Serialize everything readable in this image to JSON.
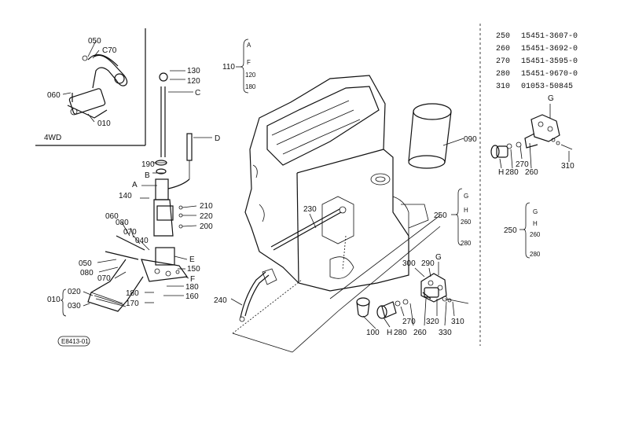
{
  "inset": {
    "tag": "4WD",
    "parts": [
      "050",
      "C70",
      "060",
      "010"
    ]
  },
  "parts_table": [
    {
      "ref": "250",
      "part_no": "15451-3607-0"
    },
    {
      "ref": "260",
      "part_no": "15451-3692-0"
    },
    {
      "ref": "270",
      "part_no": "15451-3595-0"
    },
    {
      "ref": "280",
      "part_no": "15451-9670-0"
    },
    {
      "ref": "310",
      "part_no": "01053-50845"
    }
  ],
  "callouts": {
    "c110": "110",
    "c110_brace": [
      "A",
      "F",
      "120",
      "180"
    ],
    "c130": "130",
    "c120": "120",
    "cC": "C",
    "cD": "D",
    "c190": "190",
    "cB": "B",
    "cA": "A",
    "c140": "140",
    "c210": "210",
    "c220": "220",
    "c200": "200",
    "c060": "060",
    "c080a": "080",
    "c070a": "070",
    "c040": "040",
    "c050": "050",
    "c080b": "080",
    "c070b": "070",
    "cE": "E",
    "c150": "150",
    "cF": "F",
    "c180a": "180",
    "c160": "160",
    "c180b": "180",
    "c170": "170",
    "c010": "010",
    "c020": "020",
    "c030": "030",
    "c230": "230",
    "c090": "090",
    "c250a": "250",
    "c250a_brace": [
      "G",
      "H",
      "260",
      "280"
    ],
    "c300": "300",
    "c290": "290",
    "cG": "G",
    "c240": "240",
    "c100": "100",
    "cH": "H",
    "c280": "280",
    "c270": "270",
    "c260": "260",
    "c320": "320",
    "c330": "330",
    "c310": "310",
    "rG": "G",
    "rH": "H",
    "r280": "280",
    "r270": "270",
    "r260": "260",
    "r310": "310",
    "c250b": "250",
    "c250b_brace": [
      "G",
      "H",
      "260",
      "280"
    ],
    "badge": "E8413-01"
  }
}
